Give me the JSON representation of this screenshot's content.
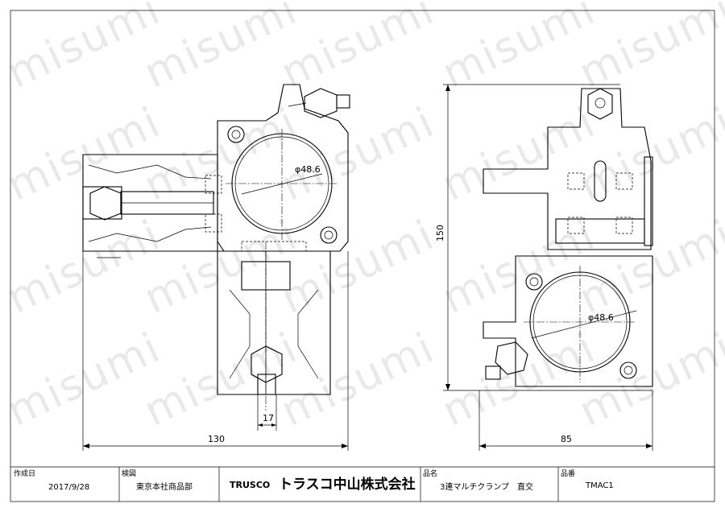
{
  "watermark": "misumi",
  "dimensions": {
    "bore_left": "φ48.6",
    "bore_right": "φ48.6",
    "width_17": "17",
    "width_130": "130",
    "height_150": "150",
    "width_85": "85"
  },
  "title_block": {
    "date_label": "作成日",
    "date_value": "2017/9/28",
    "inspect_label": "検図",
    "inspect_value": "東京本社商品部",
    "logo_en": "TRUSCO",
    "logo_jp": "トラスコ中山株式会社",
    "name_label": "品名",
    "name_value": "3連マルチクランプ　直交",
    "part_label": "品番",
    "part_value": "TMAC1"
  }
}
